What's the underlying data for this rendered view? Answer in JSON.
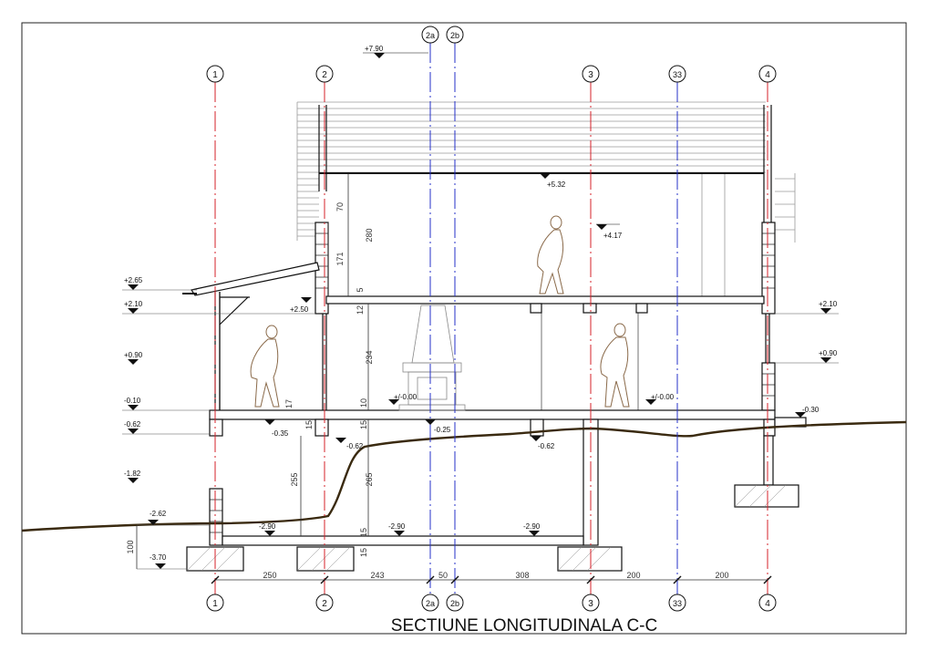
{
  "title": "SECTIUNE LONGITUDINALA C-C",
  "axes": [
    "1",
    "2",
    "2a",
    "2b",
    "3",
    "33",
    "4"
  ],
  "axis_colors": {
    "red": "#d4202a",
    "blue": "#2430c8"
  },
  "levels": {
    "l790": "+7.90",
    "l532": "+5.32",
    "l417": "+4.17",
    "l265": "+2.65",
    "l250": "+2.50",
    "l210L": "+2.10",
    "l210R": "+2.10",
    "l090L": "+0.90",
    "l090R": "+0.90",
    "l000a": "+/-0.00",
    "l000b": "+/-0.00",
    "l010": "-0.10",
    "l025": "-0.25",
    "l030": "-0.30",
    "l035": "-0.35",
    "l062L": "-0.62",
    "l062a": "-0.62",
    "l062b": "-0.62",
    "l182": "-1.82",
    "l262": "-2.62",
    "l290a": "-2.90",
    "l290b": "-2.90",
    "l290c": "-2.90",
    "l370": "-3.70"
  },
  "bottom_dims": [
    "250",
    "243",
    "50",
    "308",
    "200",
    "200"
  ],
  "vertical_dims": [
    "70",
    "280",
    "171",
    "5",
    "12",
    "234",
    "10",
    "17",
    "15",
    "15",
    "255",
    "265",
    "15",
    "15",
    "100"
  ]
}
